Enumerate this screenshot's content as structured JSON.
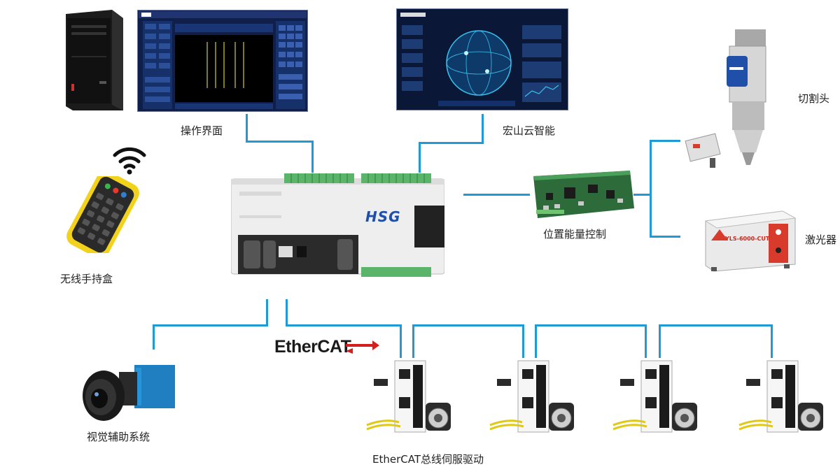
{
  "labels": {
    "operation_ui": "操作界面",
    "cloud": "宏山云智能",
    "wireless_pendant": "无线手持盒",
    "position_energy_control": "位置能量控制",
    "cutting_head": "切割头",
    "laser": "激光器",
    "vision_system": "视觉辅助系统",
    "servo_drives": "EtherCAT总线伺服驱动"
  },
  "logos": {
    "controller_brand": "HSG",
    "ethercat_logo": "EtherCAT",
    "laser_brand": "YLS-6000-CUT"
  },
  "colors": {
    "wire": "#1e9ad6",
    "screen_bg": "#0f1f4a",
    "terminal_green": "#4caf50",
    "pendant_yellow": "#f3d21b",
    "camera_blue": "#1f7fc0",
    "laser_red": "#d83a2b"
  },
  "icons": [
    "desktop-pc-icon",
    "operator-screen-icon",
    "cloud-dashboard-icon",
    "wireless-pendant-icon",
    "wifi-icon",
    "controller-icon",
    "pcb-board-icon",
    "cutting-head-icon",
    "laser-source-icon",
    "industrial-camera-icon",
    "servo-drive-icon"
  ]
}
